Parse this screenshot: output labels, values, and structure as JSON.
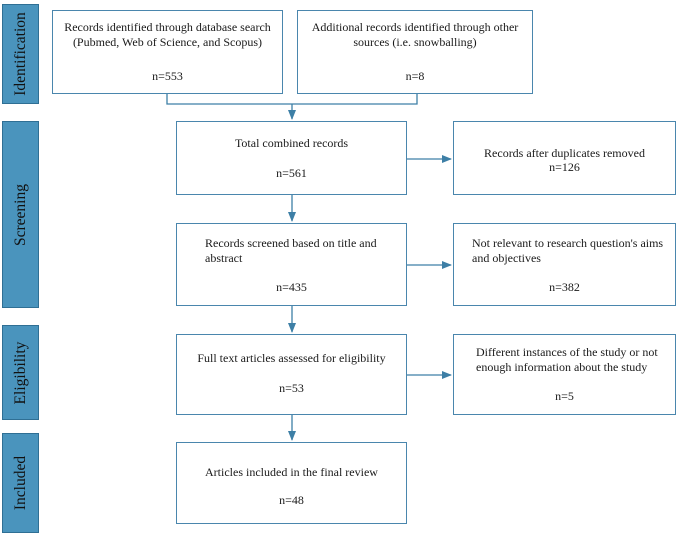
{
  "phases": {
    "identification": "Identification",
    "screening": "Screening",
    "eligibility": "Eligibility",
    "included": "Included"
  },
  "boxes": {
    "database_search": {
      "text": "Records identified through database search (Pubmed, Web of Science, and Scopus)",
      "count": "n=553"
    },
    "other_sources": {
      "text": "Additional records identified through other sources (i.e. snowballing)",
      "count": "n=8"
    },
    "combined": {
      "text": "Total combined records",
      "count": "n=561"
    },
    "duplicates_removed": {
      "text": "Records after duplicates removed",
      "count": "n=126"
    },
    "screened": {
      "text": "Records screened based on title and abstract",
      "count": "n=435"
    },
    "not_relevant": {
      "text": "Not relevant to research question's aims and objectives",
      "count": "n=382"
    },
    "full_text": {
      "text": "Full text articles assessed for eligibility",
      "count": "n=53"
    },
    "excluded_fulltext": {
      "text": "Different instances of the study or not enough information about the study",
      "count": "n=5"
    },
    "included": {
      "text": "Articles included in the final review",
      "count": "n=48"
    }
  },
  "colors": {
    "phase_fill": "#4a94bd",
    "box_border": "#4a86ad",
    "arrow": "#3d7fa6"
  }
}
